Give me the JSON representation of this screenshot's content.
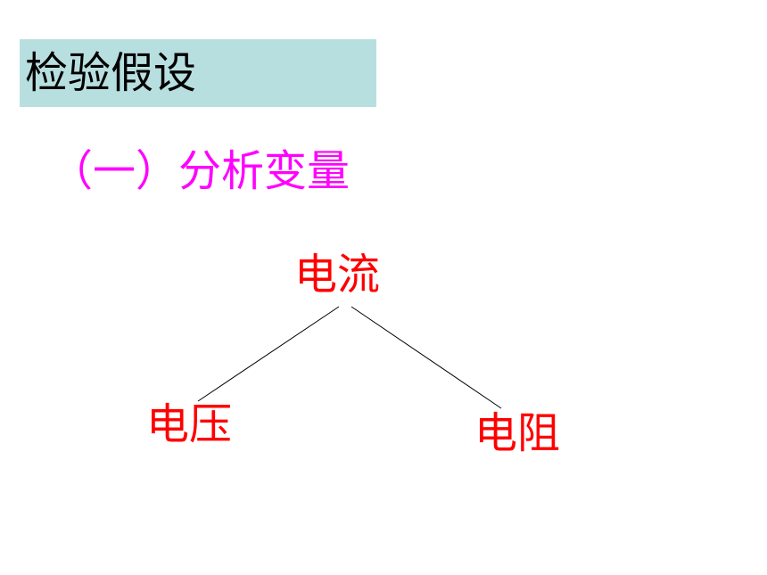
{
  "heading": "检验假设",
  "section": "（一）分析变量",
  "tree": {
    "root": "电流",
    "left": "电压",
    "right": "电阻"
  },
  "colors": {
    "heading_bg": "#b8dfe0",
    "section_text": "#ff00ff",
    "tree_text": "#ff0000",
    "connector": "#000000"
  }
}
